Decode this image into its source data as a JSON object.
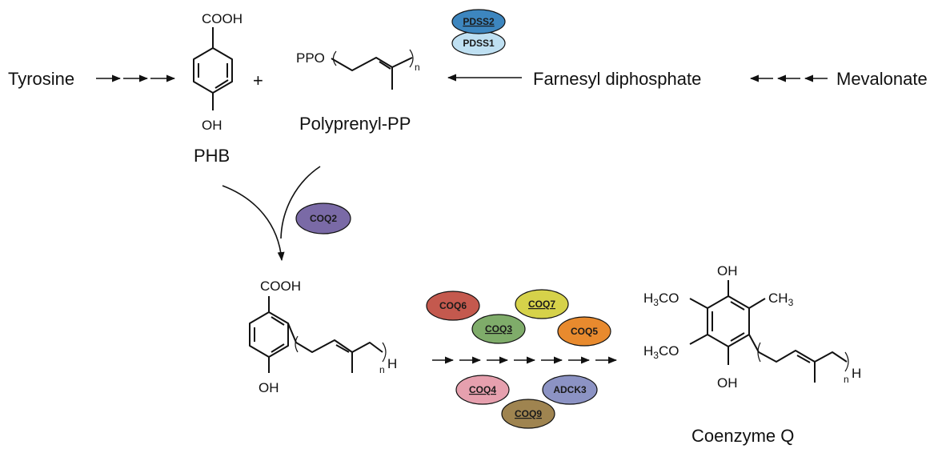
{
  "labels": {
    "tyrosine": "Tyrosine",
    "plus": "+",
    "farnesyl": "Farnesyl diphosphate",
    "mevalonate": "Mevalonate",
    "phb": "PHB",
    "polyprenyl": "Polyprenyl-PP",
    "coenzyme_q": "Coenzyme Q"
  },
  "chem": {
    "cooh": "COOH",
    "oh": "OH",
    "ppo": "PPO",
    "n": "n",
    "h": "H",
    "h3co_h": "H",
    "h3co_3": "3",
    "h3co_co": "CO",
    "ch3_ch": "CH",
    "ch3_3": "3"
  },
  "enzymes": [
    {
      "name": "PDSS2",
      "color": "#3d86bf",
      "underline": true
    },
    {
      "name": "PDSS1",
      "color": "#bfe0f2",
      "underline": false
    },
    {
      "name": "COQ2",
      "color": "#7a6aa6",
      "underline": false
    },
    {
      "name": "COQ6",
      "color": "#c4594e",
      "underline": false
    },
    {
      "name": "COQ7",
      "color": "#d6d24a",
      "underline": true
    },
    {
      "name": "COQ3",
      "color": "#7fac6a",
      "underline": true
    },
    {
      "name": "COQ5",
      "color": "#e88a2e",
      "underline": false
    },
    {
      "name": "COQ4",
      "color": "#e6a0ae",
      "underline": true
    },
    {
      "name": "ADCK3",
      "color": "#8c93c4",
      "underline": false
    },
    {
      "name": "COQ9",
      "color": "#9f8450",
      "underline": true
    }
  ]
}
